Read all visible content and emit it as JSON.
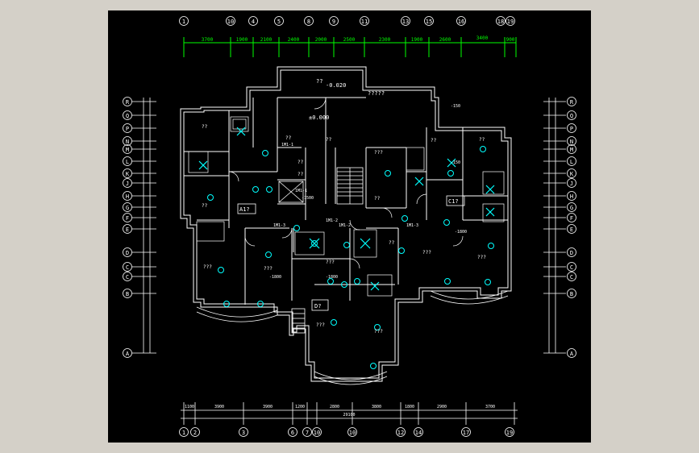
{
  "colors": {
    "background": "#000000",
    "window": "#d4d0c8",
    "wall": "#ffffff",
    "dimension": "#00ff00",
    "fixture": "#00ffff",
    "annotation": "#ffffff"
  },
  "grid_top": [
    "1",
    "10",
    "4",
    "5",
    "8",
    "9",
    "11",
    "13",
    "15",
    "16",
    "18",
    "19"
  ],
  "dims_top": [
    "3700",
    "1900",
    "2100",
    "2400",
    "2000",
    "2500",
    "2300",
    "1900",
    "2600",
    "3400",
    "900"
  ],
  "grid_bottom": [
    "1",
    "2",
    "3",
    "6",
    "7",
    "10",
    "10",
    "12",
    "14",
    "17",
    "19"
  ],
  "dims_bottom": [
    "1100",
    "3900",
    "3900",
    "1200",
    "2800",
    "3800",
    "1800",
    "2900",
    "3700"
  ],
  "dims_bottom_total": "29100",
  "grid_side": [
    "R",
    "Q",
    "P",
    "N",
    "M",
    "L",
    "K",
    "J",
    "H",
    "G",
    "F",
    "E",
    "D",
    "C",
    "C",
    "B",
    "A"
  ],
  "grid_side_right": [
    "R",
    "Q",
    "P",
    "N",
    "M",
    "L",
    "K",
    "J",
    "H",
    "G",
    "F",
    "E",
    "D",
    "C",
    "C",
    "B",
    "A"
  ],
  "room_labels": {
    "a_unit": "A1?",
    "c_unit": "C1?",
    "d_unit": "D?",
    "level_main": "±0.000",
    "level_entry": "-0.020",
    "entry_marker": "??",
    "entry_sign": "?????",
    "r1": "??",
    "r2": "??",
    "r3": "??",
    "r4": "??",
    "r5": "??",
    "r6": "???",
    "r7": "???",
    "r8": "???",
    "r9": "???",
    "r10": "???",
    "r11": "???",
    "r12": "???",
    "r13": "??",
    "r14": "??",
    "r15": "??",
    "r16": "???",
    "r17": "??",
    "r18": "??",
    "tag1": "1M1-3",
    "tag2": "1M1-2",
    "tag3": "1M1-3",
    "tag4": "1M1-2",
    "tag5": "1M1-1",
    "tag6": "1M1-1",
    "tag7": "-150",
    "tag8": "-150",
    "tag9": "-1800",
    "tag10": "-1800",
    "tag11": "-1800",
    "tag12": "-1500"
  }
}
